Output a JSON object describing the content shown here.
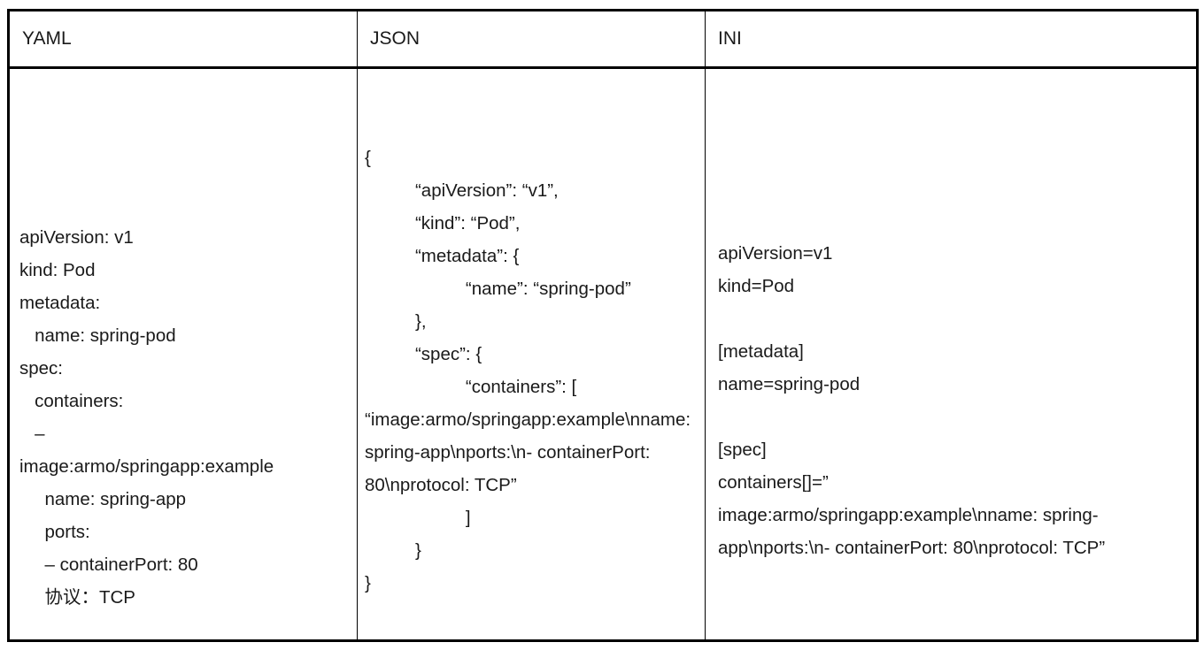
{
  "table": {
    "columns": [
      {
        "key": "yaml",
        "header": "YAML"
      },
      {
        "key": "json",
        "header": "JSON"
      },
      {
        "key": "ini",
        "header": "INI"
      }
    ],
    "cells": {
      "yaml": "apiVersion: v1\nkind: Pod\nmetadata:\n   name: spring-pod\nspec:\n   containers:\n   –\nimage:armo/springapp:example\n     name: spring-app\n     ports:\n     – containerPort: 80\n     协议：TCP",
      "json": "{\n          “apiVersion”: “v1”,\n          “kind”: “Pod”,\n          “metadata”: {\n                    “name”: “spring-pod”\n          },\n          “spec”: {\n                    “containers”: [\n“image:armo/springapp:example\\nname: spring-app\\nports:\\n- containerPort: 80\\nprotocol: TCP”\n                    ]\n          }\n}",
      "ini": "apiVersion=v1\nkind=Pod\n\n[metadata]\nname=spring-pod\n\n[spec]\ncontainers[]=”\nimage:armo/springapp:example\\nname: spring-app\\nports:\\n- containerPort: 80\\nprotocol: TCP”"
    }
  },
  "colors": {
    "border": "#000000",
    "text": "#1a1a1a",
    "background": "#ffffff"
  }
}
